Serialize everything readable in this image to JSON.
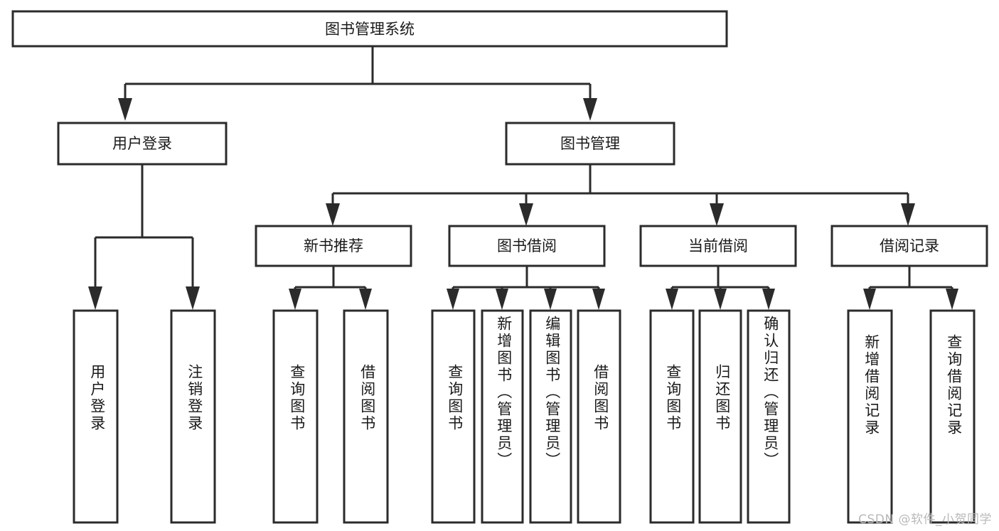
{
  "diagram": {
    "type": "tree",
    "title": "图书管理系统",
    "orientation": "top-down",
    "colors": {
      "box_stroke": "#2b2b2b",
      "box_fill": "#ffffff",
      "text": "#1a1a1a",
      "background": "#ffffff",
      "watermark": "#b9b9b9"
    },
    "root": {
      "label": "图书管理系统"
    },
    "level1": [
      {
        "label": "用户登录"
      },
      {
        "label": "图书管理"
      }
    ],
    "level2": [
      {
        "label": "新书推荐"
      },
      {
        "label": "图书借阅"
      },
      {
        "label": "当前借阅"
      },
      {
        "label": "借阅记录"
      }
    ],
    "leaves": {
      "user_login": [
        {
          "label": "用户登录"
        },
        {
          "label": "注销登录"
        }
      ],
      "new_book_recommend": [
        {
          "label": "查询图书"
        },
        {
          "label": "借阅图书"
        }
      ],
      "book_borrow": [
        {
          "label": "查询图书"
        },
        {
          "label": "新增图书（管理员）"
        },
        {
          "label": "编辑图书（管理员）"
        },
        {
          "label": "借阅图书"
        }
      ],
      "current_borrow": [
        {
          "label": "查询图书"
        },
        {
          "label": "归还图书"
        },
        {
          "label": "确认归还（管理员）"
        }
      ],
      "borrow_record": [
        {
          "label": "新增借阅记录"
        },
        {
          "label": "查询借阅记录"
        }
      ]
    }
  },
  "watermark": {
    "text": "CSDN @软件_小贺同学"
  }
}
